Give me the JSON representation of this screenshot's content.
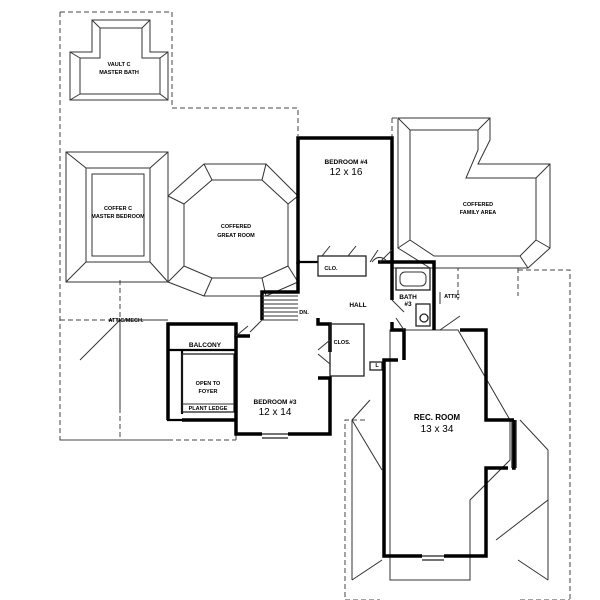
{
  "labels": {
    "vault_master_bath_1": "VAULT C",
    "vault_master_bath_2": "MASTER BATH",
    "coffer_master_bedroom_1": "COFFER C",
    "coffer_master_bedroom_2": "MASTER BEDROOM",
    "coffered_great_room_1": "COFFERED",
    "coffered_great_room_2": "GREAT ROOM",
    "bedroom4_name": "BEDROOM #4",
    "bedroom4_dim": "12 x 16",
    "coffered_family_1": "COFFERED",
    "coffered_family_2": "FAMILY AREA",
    "clo_bed4": "CLO.",
    "hall": "HALL",
    "bath3_1": "BATH",
    "bath3_2": "#3",
    "attic_right": "ATTIC",
    "attic_mech": "ATTIC/MECH.",
    "dn": "DN.",
    "clos_bed3": "CLOS.",
    "balcony": "BALCONY",
    "open_to_foyer_1": "OPEN TO",
    "open_to_foyer_2": "FOYER",
    "plant_ledge": "PLANT LEDGE",
    "bedroom3_name": "BEDROOM #3",
    "bedroom3_dim": "12 x 14",
    "l_label": "L",
    "rec_room_name": "REC. ROOM",
    "rec_room_dim": "13 x 34"
  }
}
